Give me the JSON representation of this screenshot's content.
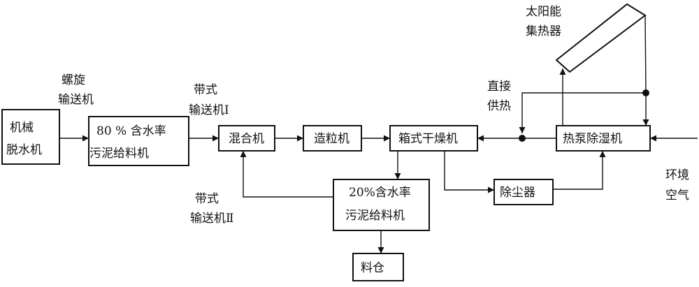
{
  "nodes": {
    "dewater": [
      "机械",
      "脱水机"
    ],
    "feeder80": [
      "80 % 含水率",
      "污泥给料机"
    ],
    "mixer": "混合机",
    "granulator": "造粒机",
    "dryer": "箱式干燥机",
    "heatpump": "热泵除湿机",
    "feeder20": [
      "20%含水率",
      "污泥给料机"
    ],
    "dust": "除尘器",
    "bin": "料仓",
    "solar": [
      "太阳能",
      "集热器"
    ]
  },
  "labels": {
    "screw_conveyor": [
      "螺旋",
      "输送机"
    ],
    "belt_conveyor_1": [
      "带式",
      "输送机Ⅰ"
    ],
    "belt_conveyor_2": [
      "带式",
      "输送机Ⅱ"
    ],
    "direct_heat": [
      "直接",
      "供热"
    ],
    "ambient_air": [
      "环境",
      "空气"
    ]
  }
}
